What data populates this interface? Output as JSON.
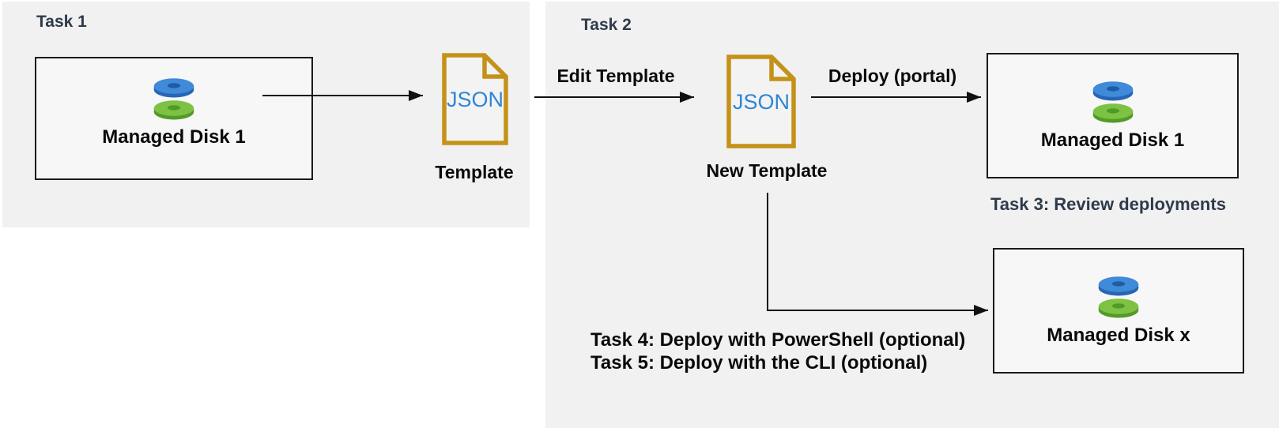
{
  "diagram": {
    "task1": {
      "heading": "Task 1",
      "source_disk": {
        "label": "Managed Disk 1"
      },
      "template": {
        "file_label": "JSON",
        "caption": "Template"
      }
    },
    "task2": {
      "heading": "Task 2",
      "edit_arrow_label": "Edit Template",
      "new_template": {
        "file_label": "JSON",
        "caption": "New Template"
      },
      "deploy_arrow_label": "Deploy (portal)",
      "deployed_disk": {
        "label": "Managed Disk 1"
      }
    },
    "task3": {
      "caption": "Task 3: Review deployments",
      "disk": {
        "label": "Managed Disk x"
      }
    },
    "task4_caption": "Task 4: Deploy with PowerShell (optional)",
    "task5_caption": "Task 5: Deploy with the CLI (optional)",
    "colors": {
      "panel_background": "#f1f1f2",
      "node_background": "#f7f7f7",
      "node_border": "#1a1a1a",
      "heading_text": "#2f3b4a",
      "body_text": "#0a0a0a",
      "json_file_outline": "#c49218",
      "json_text": "#2e86d4",
      "disk_blue": "#3f8ad9",
      "disk_green": "#7dc242",
      "arrow": "#111111"
    }
  }
}
